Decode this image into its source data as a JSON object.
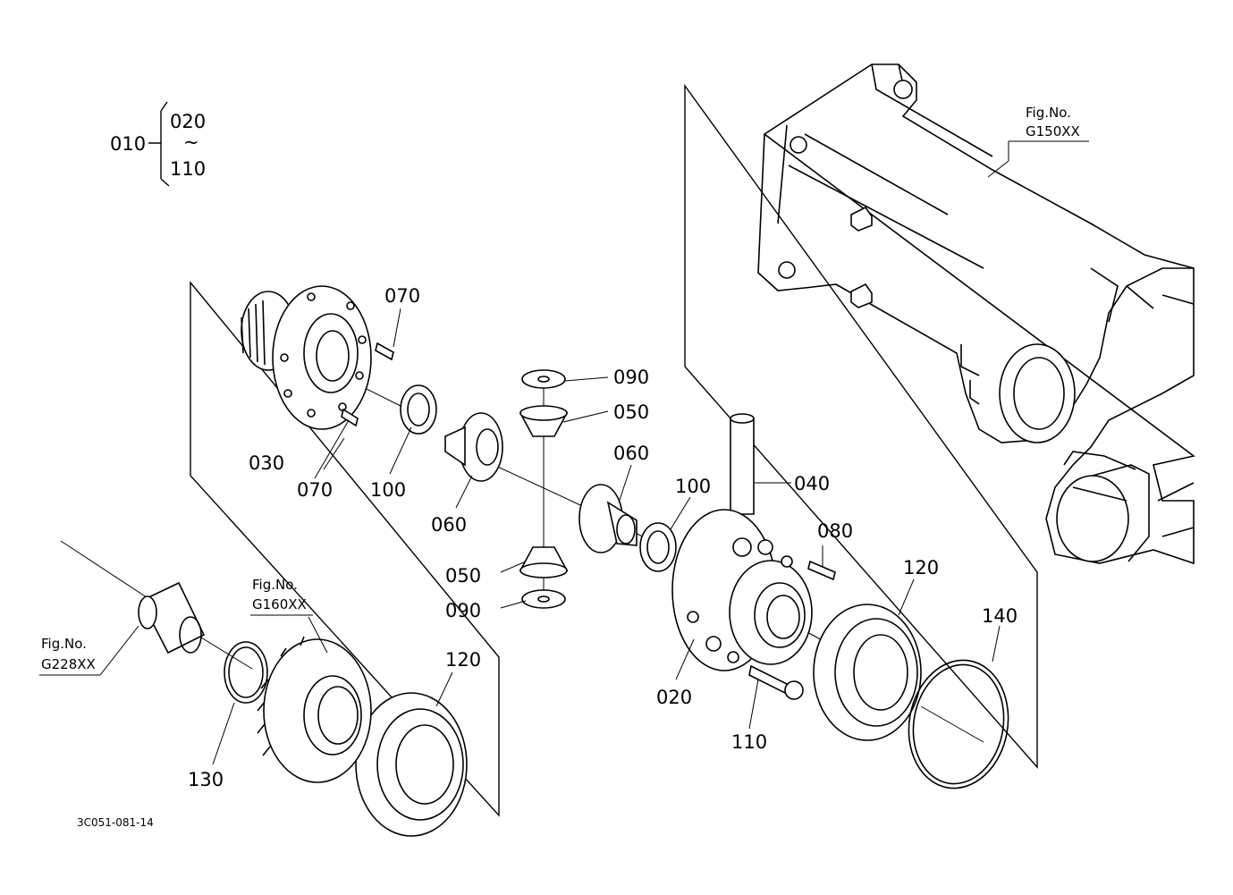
{
  "header": {
    "assembly_label": "010",
    "range_start": "020",
    "range_tilde": "~",
    "range_end": "110"
  },
  "callouts": {
    "p020": "020",
    "p030": "030",
    "p040": "040",
    "p050_top": "050",
    "p050_bottom": "050",
    "p060_left": "060",
    "p060_right": "060",
    "p070_top": "070",
    "p070_bottom": "070",
    "p080": "080",
    "p090_top": "090",
    "p090_bottom": "090",
    "p100_left": "100",
    "p100_right": "100",
    "p110": "110",
    "p120_left": "120",
    "p120_right": "120",
    "p130": "130",
    "p140": "140"
  },
  "figure_refs": {
    "g150": {
      "prefix": "Fig.No.",
      "code": "G150XX"
    },
    "g160": {
      "prefix": "Fig.No.",
      "code": "G160XX"
    },
    "g228": {
      "prefix": "Fig.No.",
      "code": "G228XX"
    }
  },
  "drawing_code": "3C051-081-14"
}
